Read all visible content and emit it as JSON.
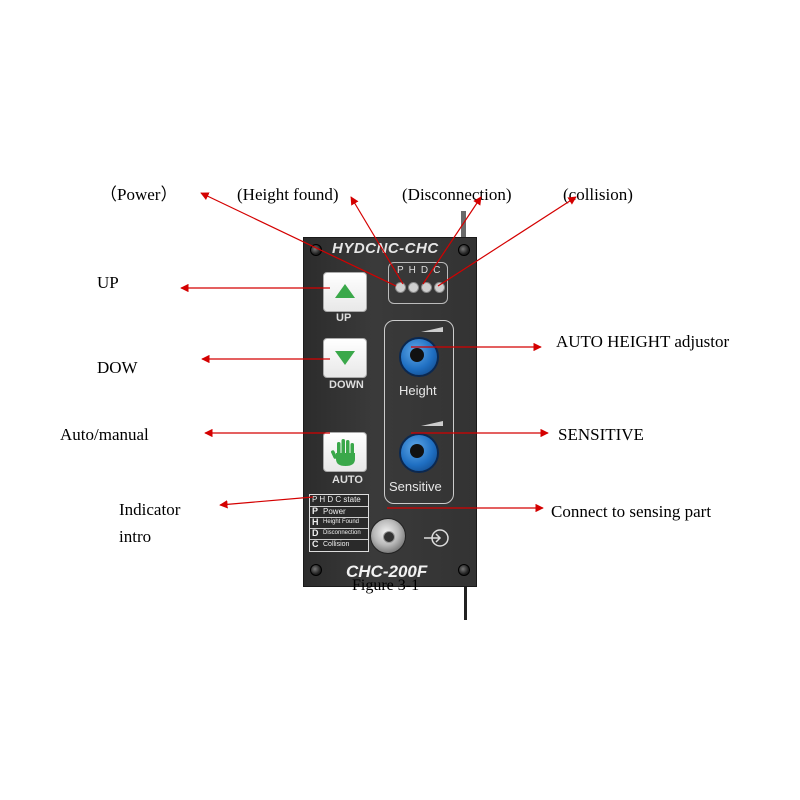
{
  "labels": {
    "power": "（Power）",
    "height_found": "(Height found)",
    "disconnection": "(Disconnection)",
    "collision": "(collision)",
    "up": "UP",
    "dow": "DOW",
    "auto_manual": "Auto/manual",
    "indicator_line1": "Indicator",
    "indicator_line2": "intro",
    "auto_height_adjustor": "AUTO HEIGHT adjustor",
    "sensitive": "SENSITIVE",
    "connect": "Connect to sensing part"
  },
  "device": {
    "brand": "HYDCNC-CHC",
    "led_letters": "PHDC",
    "up_label": "UP",
    "down_label": "DOWN",
    "auto_label": "AUTO",
    "height_label": "Height",
    "sensitive_label": "Sensitive",
    "model": "CHC-200F",
    "legend": {
      "header": "P H D C state",
      "rows": [
        {
          "key": "P",
          "text": "Power"
        },
        {
          "key": "H",
          "text": "Height Found"
        },
        {
          "key": "D",
          "text": "Disconnection"
        },
        {
          "key": "C",
          "text": "Collision"
        }
      ]
    }
  },
  "caption": "Figure 3-1",
  "colors": {
    "arrow": "#d40000",
    "button_symbol": "#3aa84a",
    "knob": "#1f6fc2",
    "panel": "#333333"
  }
}
